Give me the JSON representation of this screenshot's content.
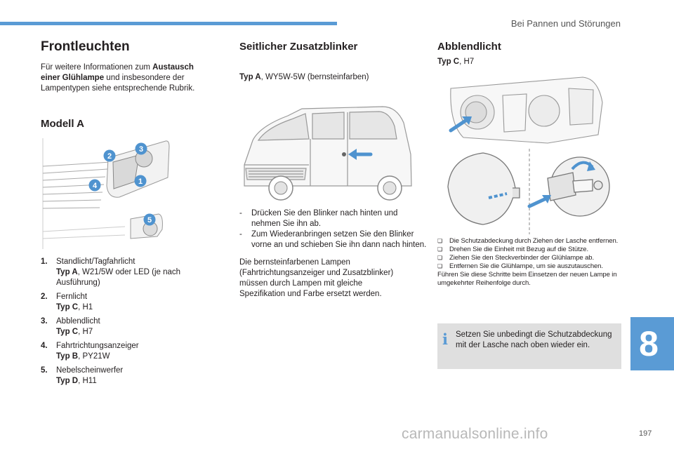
{
  "header": {
    "section": "Bei Pannen und Störungen"
  },
  "col1": {
    "title": "Frontleuchten",
    "intro": {
      "pre": "Für weitere Informationen zum ",
      "bold": "Austausch einer Glühlampe",
      "post": " und insbesondere der Lampentypen siehe entsprechende Rubrik."
    },
    "model_heading": "Modell A",
    "figure_markers": [
      "1",
      "2",
      "3",
      "4",
      "5"
    ],
    "lamps": [
      {
        "num": "1.",
        "name": "Standlicht/Tagfahrlicht",
        "type": "Typ A",
        "spec": ", W21/5W oder LED (je nach Ausführung)"
      },
      {
        "num": "2.",
        "name": "Fernlicht",
        "type": "Typ C",
        "spec": ", H1"
      },
      {
        "num": "3.",
        "name": "Abblendlicht",
        "type": "Typ C",
        "spec": ", H7"
      },
      {
        "num": "4.",
        "name": "Fahrtrichtungsanzeiger",
        "type": "Typ B",
        "spec": ", PY21W"
      },
      {
        "num": "5.",
        "name": "Nebelscheinwerfer",
        "type": "Typ D",
        "spec": ", H11"
      }
    ]
  },
  "col2": {
    "title": "Seitlicher Zusatzblinker",
    "type_line": {
      "type": "Typ A",
      "spec": ", WY5W-5W (bernsteinfarben)"
    },
    "steps": [
      "Drücken Sie den Blinker nach hinten und nehmen Sie ihn ab.",
      "Zum Wiederanbringen setzen Sie den Blinker vorne an und schieben Sie ihn dann nach hinten."
    ],
    "note": "Die bernsteinfarbenen Lampen (Fahrtrichtungsanzeiger und Zusatzblinker) müssen durch Lampen mit gleiche Spezifikation und Farbe ersetzt werden."
  },
  "col3": {
    "title": "Abblendlicht",
    "type_line": {
      "type": "Typ C",
      "spec": ", H7"
    },
    "steps": [
      "Die Schutzabdeckung durch Ziehen der Lasche entfernen.",
      "Drehen Sie die Einheit mit Bezug auf die Stütze.",
      "Ziehen Sie den Steckverbinder der Glühlampe ab.",
      "Entfernen Sie die Glühlampe, um sie auszutauschen."
    ],
    "reassembly": "Führen Sie diese Schritte beim Einsetzen der neuen Lampe in umgekehrter Reihenfolge durch.",
    "info": "Setzen Sie unbedingt die Schutzabdeckung mit der Lasche nach oben wieder ein."
  },
  "chapter": "8",
  "page_number": "197",
  "watermark": "carmanualsonline.info",
  "colors": {
    "accent": "#5a9bd5",
    "info_bg": "#dfdfdf"
  }
}
